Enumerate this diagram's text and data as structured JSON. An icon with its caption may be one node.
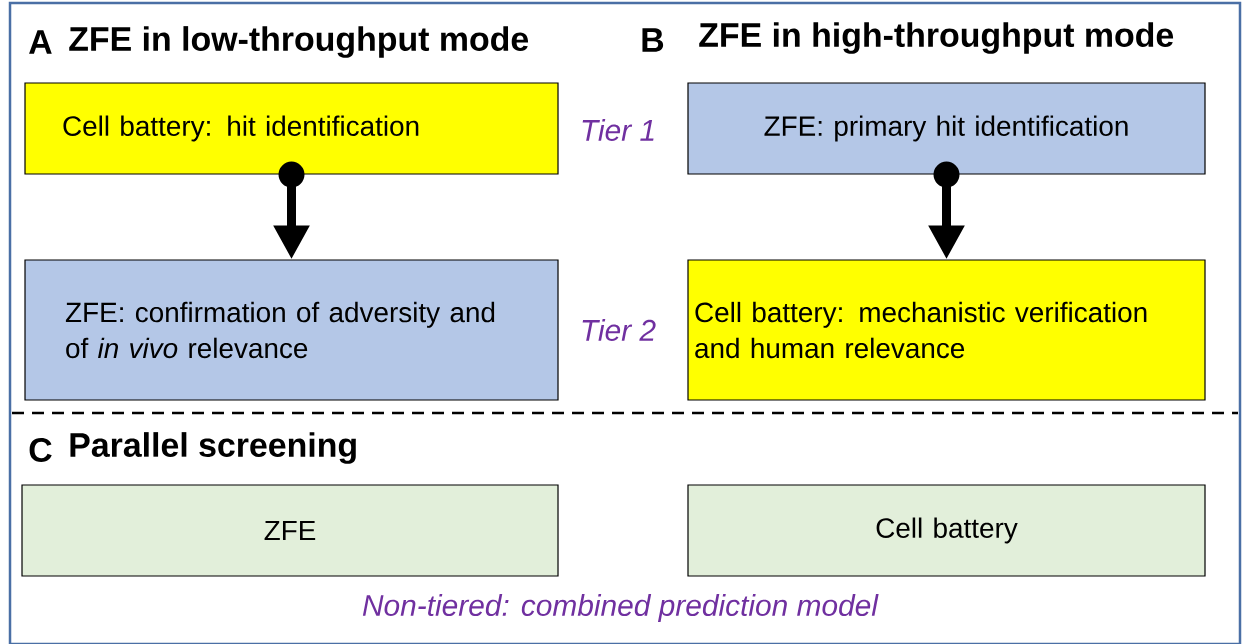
{
  "diagram": {
    "nodes": [
      {
        "text": [
          "Cell battery: hit identification"
        ]
      },
      {
        "text": [
          "ZFE: confirmation of adversity and of *in vivo* relevance"
        ]
      },
      {
        "text": [
          "ZFE: primary hit identification"
        ]
      },
      {
        "text": [
          "Cell battery: mechanistic verification and human relevance"
        ]
      },
      {
        "text": [
          "ZFE"
        ]
      },
      {
        "text": [
          "Cell battery"
        ]
      }
    ],
    "edges": [
      {
        "from": 0,
        "to": 1,
        "arrow": "to"
      },
      {
        "from": 2,
        "to": 3,
        "arrow": "to"
      }
    ],
    "labels": [
      "A",
      "ZFE in low-throughput mode",
      "B",
      "ZFE in high-throughput mode",
      "Tier 1",
      "Tier 2",
      "C",
      "Parallel screening",
      "Non-tiered: combined prediction model"
    ]
  }
}
